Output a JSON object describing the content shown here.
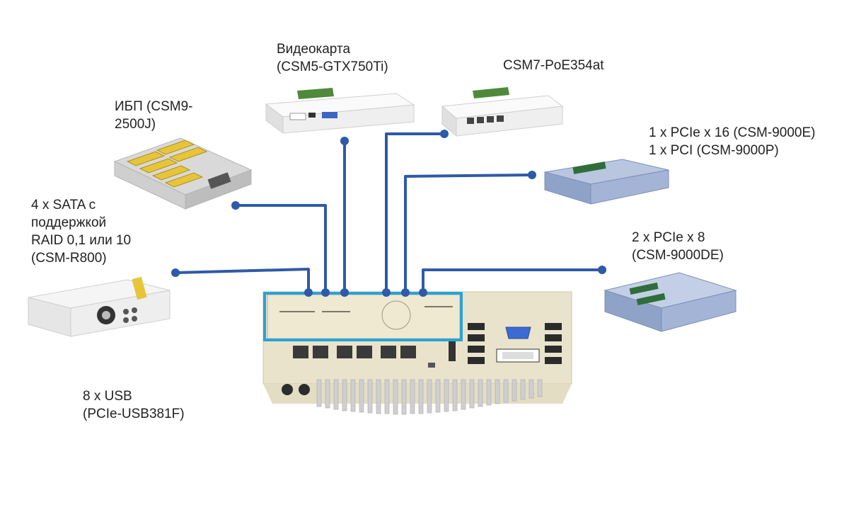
{
  "modules": {
    "gpu": {
      "label": "Видеокарта\n(CSM5-GTX750Ti)"
    },
    "poe": {
      "label": "CSM7-PoE354at"
    },
    "ups": {
      "label": "ИБП (CSM9-\n2500J)"
    },
    "pcie16": {
      "label": "1 x PCIe x 16 (CSM-9000E)\n1 x PCI (CSM-9000P)"
    },
    "sata": {
      "label": "4 x SATA с\nподдержкой\nRAID 0,1 или 10\n(CSM-R800)"
    },
    "pcie8": {
      "label": "2 x PCIe x 8\n(CSM-9000DE)"
    },
    "usb": {
      "label": "8 x USB\n(PCIe-USB381F)"
    }
  },
  "colors": {
    "connector": "#2e5aa8",
    "highlight": "#2aa3d6",
    "chassis": "#e9e3cc",
    "heatsink": "#c9c9c9",
    "module_white": "#f2f2f2",
    "module_blue": "#8fa3c9"
  }
}
